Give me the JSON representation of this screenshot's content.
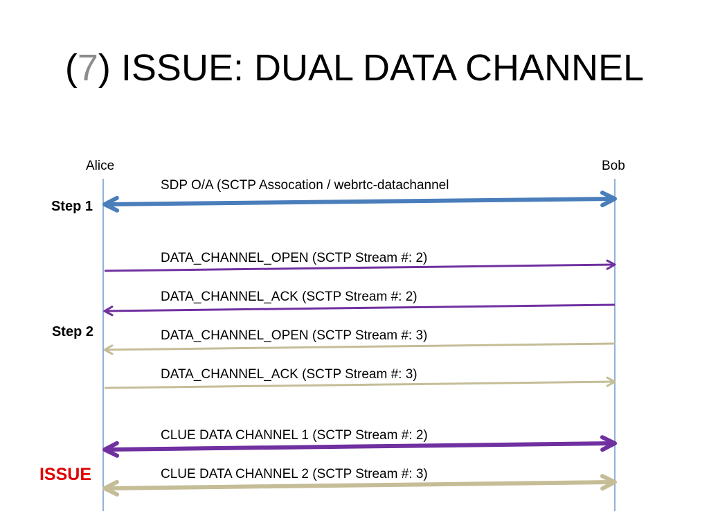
{
  "title": {
    "open_paren": "(",
    "number": "7",
    "rest": ") ISSUE: DUAL DATA CHANNEL"
  },
  "participants": {
    "left": "Alice",
    "right": "Bob"
  },
  "steps": {
    "step1": "Step 1",
    "step2": "Step 2",
    "issue": "ISSUE"
  },
  "messages": [
    {
      "label": "SDP O/A (SCTP Assocation / webrtc-datachannel",
      "direction": "both",
      "color": "#4a7ebb",
      "weight": "heavy"
    },
    {
      "label": "DATA_CHANNEL_OPEN (SCTP Stream #: 2)",
      "direction": "alice-to-bob",
      "color": "#7030a0",
      "weight": "light"
    },
    {
      "label": "DATA_CHANNEL_ACK (SCTP Stream #: 2)",
      "direction": "bob-to-alice",
      "color": "#7030a0",
      "weight": "light"
    },
    {
      "label": "DATA_CHANNEL_OPEN (SCTP Stream #: 3)",
      "direction": "bob-to-alice",
      "color": "#c4bd97",
      "weight": "light"
    },
    {
      "label": "DATA_CHANNEL_ACK (SCTP Stream #: 3)",
      "direction": "alice-to-bob",
      "color": "#c4bd97",
      "weight": "light"
    },
    {
      "label": "CLUE DATA CHANNEL 1 (SCTP Stream #: 2)",
      "direction": "both",
      "color": "#7030a0",
      "weight": "heavy"
    },
    {
      "label": "CLUE DATA CHANNEL 2 (SCTP Stream #: 3)",
      "direction": "both",
      "color": "#c4bd97",
      "weight": "heavy"
    }
  ],
  "colors": {
    "lifeline": "#4a7ebb",
    "issue": "#e00000",
    "title_number": "#8c8c8c"
  }
}
